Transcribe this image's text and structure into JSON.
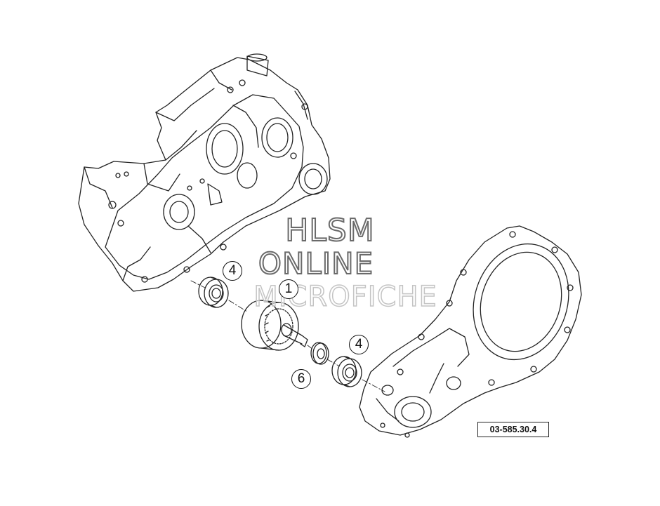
{
  "watermark": {
    "line1": "HLSM",
    "line2": "ONLINE",
    "line3": "MICROFICHE"
  },
  "callouts": {
    "part_1": "1",
    "part_4_upper": "4",
    "part_4_lower": "4",
    "part_6": "6"
  },
  "figure_code": "03-585.30.4",
  "colors": {
    "line": "#222222",
    "background": "#ffffff",
    "watermark_outline": "#6a6a6a"
  }
}
